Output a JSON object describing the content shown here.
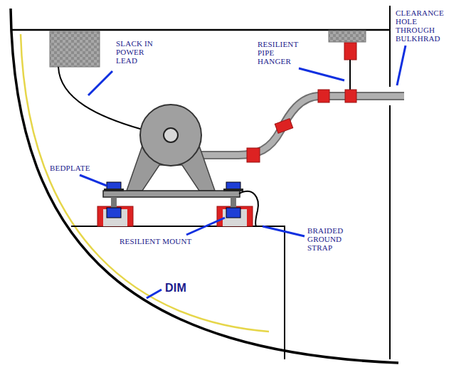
{
  "diagram": {
    "labels": [
      "SLACK IN POWER LEAD",
      "RESILIENT PIPE HANGER",
      "CLEARANCE HOLE THROUGH BULKHRAD",
      "BEDPLATE",
      "RESILIENT MOUNT",
      "BRAIDED GROUND STRAP",
      "DIM"
    ]
  }
}
